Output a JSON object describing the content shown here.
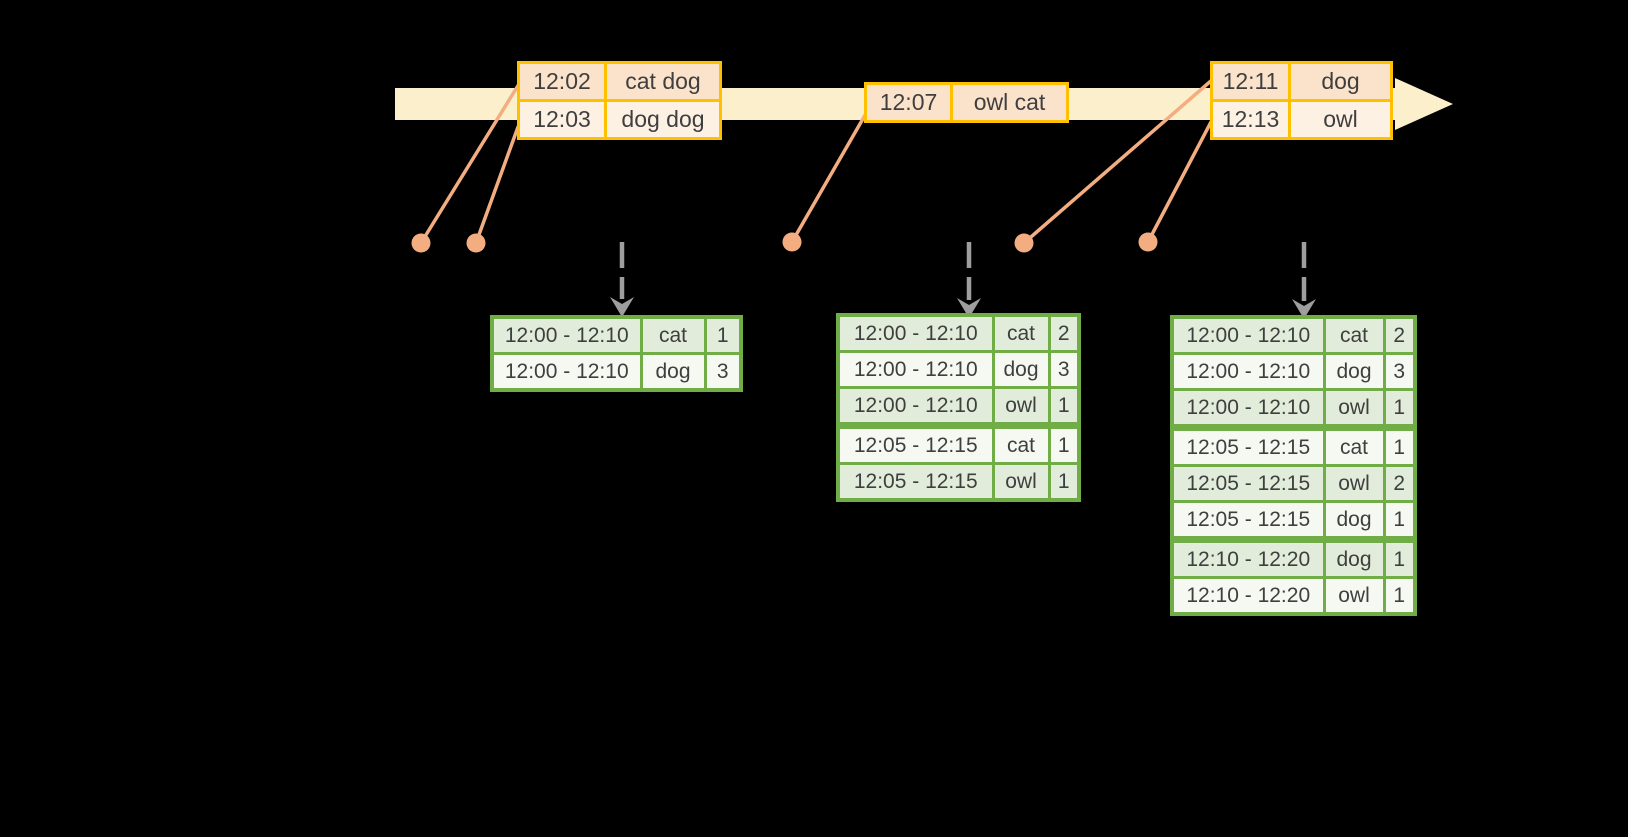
{
  "colors": {
    "background": "#000000",
    "timeline_fill": "#FBF0CB",
    "event_border": "#FFC000",
    "event_fill_peach": "#FBE3CB",
    "event_fill_cream": "#FDF1E4",
    "connector": "#F3AD80",
    "trigger_arrow": "#9E9E9E",
    "result_border": "#70AD47",
    "result_fill_sage": "#E2ECDA",
    "result_fill_white": "#F6F9F2",
    "table_text": "#3F3F3F"
  },
  "event_tables": [
    {
      "name": "events-batch-1",
      "rows": [
        {
          "time": "12:02",
          "words": "cat dog"
        },
        {
          "time": "12:03",
          "words": "dog dog"
        }
      ]
    },
    {
      "name": "events-batch-2",
      "rows": [
        {
          "time": "12:07",
          "words": "owl cat"
        }
      ]
    },
    {
      "name": "events-batch-3",
      "rows": [
        {
          "time": "12:11",
          "words": "dog"
        },
        {
          "time": "12:13",
          "words": "owl"
        }
      ]
    }
  ],
  "result_tables": [
    {
      "name": "result-after-trigger-1",
      "rows": [
        {
          "window": "12:00 - 12:10",
          "word": "cat",
          "count": "1"
        },
        {
          "window": "12:00 - 12:10",
          "word": "dog",
          "count": "3"
        }
      ]
    },
    {
      "name": "result-after-trigger-2",
      "rows": [
        {
          "window": "12:00 - 12:10",
          "word": "cat",
          "count": "2"
        },
        {
          "window": "12:00 - 12:10",
          "word": "dog",
          "count": "3"
        },
        {
          "window": "12:00 - 12:10",
          "word": "owl",
          "count": "1"
        },
        {
          "window": "12:05 - 12:15",
          "word": "cat",
          "count": "1"
        },
        {
          "window": "12:05 - 12:15",
          "word": "owl",
          "count": "1"
        }
      ]
    },
    {
      "name": "result-after-trigger-3",
      "rows": [
        {
          "window": "12:00 - 12:10",
          "word": "cat",
          "count": "2"
        },
        {
          "window": "12:00 - 12:10",
          "word": "dog",
          "count": "3"
        },
        {
          "window": "12:00 - 12:10",
          "word": "owl",
          "count": "1"
        },
        {
          "window": "12:05 - 12:15",
          "word": "cat",
          "count": "1"
        },
        {
          "window": "12:05 - 12:15",
          "word": "owl",
          "count": "2"
        },
        {
          "window": "12:05 - 12:15",
          "word": "dog",
          "count": "1"
        },
        {
          "window": "12:10 - 12:20",
          "word": "dog",
          "count": "1"
        },
        {
          "window": "12:10 - 12:20",
          "word": "owl",
          "count": "1"
        }
      ]
    }
  ]
}
